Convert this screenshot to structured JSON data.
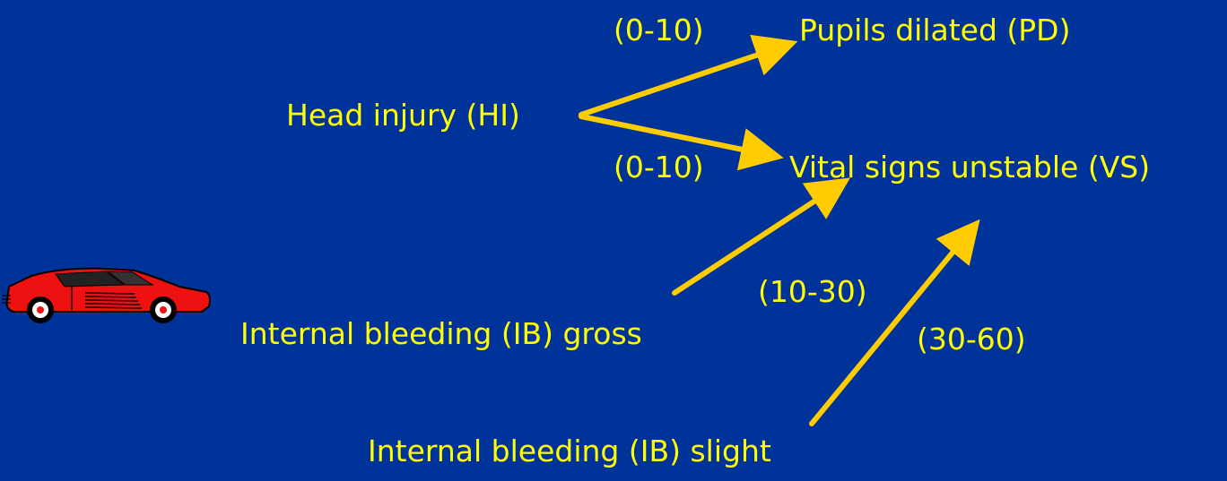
{
  "colors": {
    "background": "#003399",
    "text": "#FFFF00",
    "arrow": "#FFCC00",
    "car_body": "#EE1111"
  },
  "icons": {
    "car": "red-sports-car-icon"
  },
  "nodes": {
    "head_injury": "Head injury (HI)",
    "pupils_dilated": "Pupils dilated (PD)",
    "vital_signs": "Vital signs unstable (VS)",
    "ib_gross": "Internal bleeding (IB) gross",
    "ib_slight": "Internal bleeding (IB) slight"
  },
  "edge_labels": {
    "hi_pd": "(0-10)",
    "hi_vs": "(0-10)",
    "gross_vs": "(10-30)",
    "slight_vs": "(30-60)"
  }
}
